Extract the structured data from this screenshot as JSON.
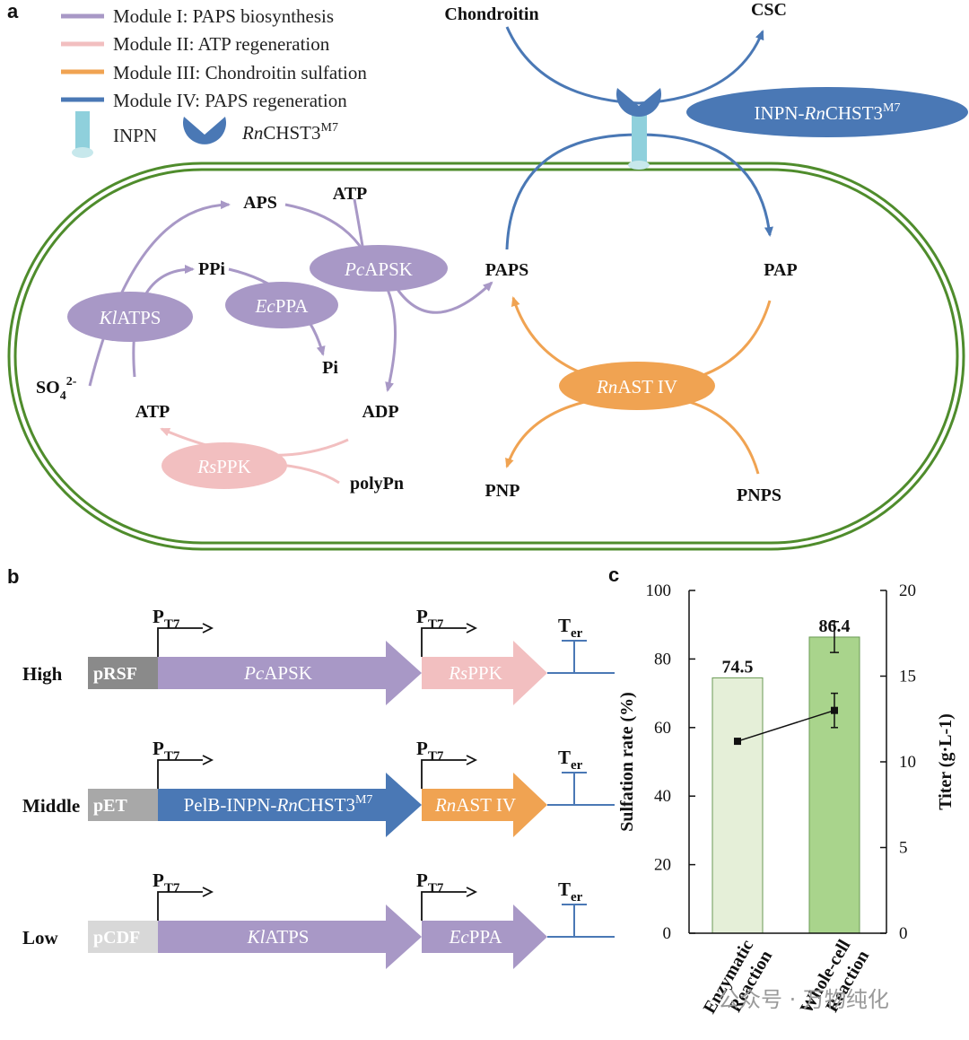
{
  "panels": {
    "a": "a",
    "b": "b",
    "c": "c"
  },
  "legend": {
    "module1": "Module I: PAPS biosynthesis",
    "module2": "Module II: ATP regeneration",
    "module3": "Module III: Chondroitin sulfation",
    "module4": "Module IV: PAPS regeneration",
    "inpn": "INPN",
    "rnchst3_italic": "Rn",
    "rnchst3_rest": "CHST3",
    "rnchst3_sup": "M7"
  },
  "colors": {
    "module1": "#a898c6",
    "module2": "#f2bfc0",
    "module3": "#f0a352",
    "module4": "#4a78b5",
    "cell_wall": "#4f8c2c",
    "inpn": "#8fd0dc",
    "bar_enzymatic": "#e5efd8",
    "bar_wholecell": "#a9d48c"
  },
  "pathway": {
    "top_left": "Chondroitin",
    "top_right": "CSC",
    "fusion_label_pre": "INPN-",
    "fusion_label_it": "Rn",
    "fusion_label_post": "CHST3",
    "fusion_label_sup": "M7",
    "aps": "APS",
    "atp_top": "ATP",
    "ppi": "PPi",
    "pi": "Pi",
    "so4": "SO",
    "so4_sub": "4",
    "so4_sup": "2-",
    "atp_bottom": "ATP",
    "adp": "ADP",
    "polypn": "polyPn",
    "paps": "PAPS",
    "pap": "PAP",
    "pnp": "PNP",
    "pnps": "PNPS"
  },
  "enzymes": {
    "klatps": {
      "it": "Kl",
      "rest": "ATPS"
    },
    "ecppa": {
      "it": "Ec",
      "rest": "PPA"
    },
    "pcapsk": {
      "it": "Pc",
      "rest": "APSK"
    },
    "rsppk": {
      "it": "Rs",
      "rest": "PPK"
    },
    "rnast": {
      "it": "Rn",
      "rest": "AST IV"
    }
  },
  "constructs": [
    {
      "level": "High",
      "plasmid": "pRSF",
      "plasmid_color": "#8a8a8a",
      "gene1": {
        "it": "Pc",
        "rest": "APSK",
        "pre": "",
        "sup": ""
      },
      "gene1_color": "#a898c6",
      "gene2": {
        "it": "Rs",
        "rest": "PPK",
        "pre": "",
        "sup": ""
      },
      "gene2_color": "#f2bfc0"
    },
    {
      "level": "Middle",
      "plasmid": "pET",
      "plasmid_color": "#a8a8a8",
      "gene1": {
        "pre": "PelB-INPN-",
        "it": "Rn",
        "rest": "CHST3",
        "sup": "M7"
      },
      "gene1_color": "#4a78b5",
      "gene2": {
        "it": "Rn",
        "rest": "AST IV",
        "pre": "",
        "sup": ""
      },
      "gene2_color": "#f0a352"
    },
    {
      "level": "Low",
      "plasmid": "pCDF",
      "plasmid_color": "#d8d8d8",
      "gene1": {
        "it": "Kl",
        "rest": "ATPS",
        "pre": "",
        "sup": ""
      },
      "gene1_color": "#a898c6",
      "gene2": {
        "it": "Ec",
        "rest": "PPA",
        "pre": "",
        "sup": ""
      },
      "gene2_color": "#a898c6"
    }
  ],
  "promoter": {
    "main": "P",
    "sub": "T7"
  },
  "terminator": {
    "main": "T",
    "sub": "er"
  },
  "chart_data": {
    "type": "bar",
    "categories": [
      "Enzymatic Reaction",
      "Whole-cell Reaction"
    ],
    "category_lines": [
      [
        "Enzymatic",
        "Reaction"
      ],
      [
        "Whole-cell",
        "Reaction"
      ]
    ],
    "series": [
      {
        "name": "Sulfation rate (%)",
        "axis": "left",
        "type": "bar",
        "values": [
          74.5,
          86.4
        ],
        "errors": [
          0,
          4.5
        ],
        "data_labels": [
          "74.5",
          "86.4"
        ]
      },
      {
        "name": "Titer (g·L-1)",
        "axis": "right",
        "type": "line",
        "values": [
          11.2,
          13.0
        ],
        "errors": [
          0,
          1.0
        ]
      }
    ],
    "ylabel": "Sulfation rate (%)",
    "ylim": [
      0,
      100
    ],
    "yticks": [
      "0",
      "20",
      "40",
      "60",
      "80",
      "100"
    ],
    "y2label": "Titer (g·L-1)",
    "y2lim": [
      0,
      20
    ],
    "y2ticks": [
      "0",
      "5",
      "10",
      "15",
      "20"
    ],
    "grid": false
  },
  "watermark": "公众号 · 万物纯化"
}
